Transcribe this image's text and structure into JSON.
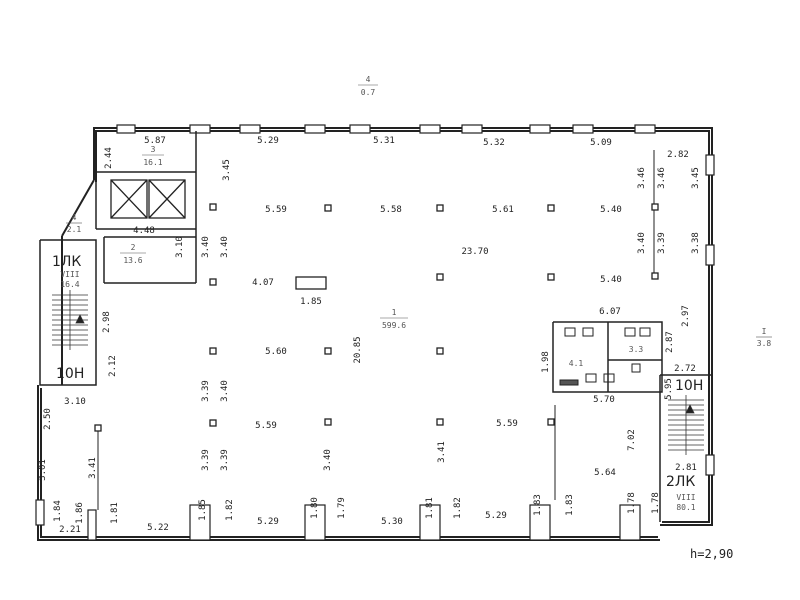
{
  "outside": {
    "top_label": "4",
    "top_sub": "0.7",
    "right_label": "I",
    "right_sub": "3.8"
  },
  "height_note": "h=2,90",
  "stairs": {
    "left_label": "1ЛК",
    "left_room": "VIII",
    "left_area": "16.4",
    "left_unit": "10Н",
    "right_unit": "10Н",
    "right_label": "2ЛК",
    "right_room": "VIII",
    "right_area": "80.1"
  },
  "rooms": {
    "r3_num": "3",
    "r3_area": "16.1",
    "r4_num": "4",
    "r4_area": "2.1",
    "r2_num": "2",
    "r2_area": "13.6",
    "r1_num": "1",
    "r1_area": "599.6",
    "r6_area": "4.1",
    "r7_area": "3.3"
  },
  "dims_h": [
    "5.87",
    "5.29",
    "5.31",
    "5.32",
    "5.09",
    "2.82",
    "5.59",
    "5.58",
    "5.61",
    "5.40",
    "4.48",
    "23.70",
    "4.07",
    "1.85",
    "5.40",
    "6.07",
    "5.60",
    "5.70",
    "2.72",
    "3.10",
    "5.59",
    "5.59",
    "5.64",
    "2.81",
    "5.22",
    "5.29",
    "5.30",
    "5.29",
    "2.21"
  ],
  "dims_v": [
    "2.44",
    "3.45",
    "3.46",
    "3.46",
    "3.45",
    "3.10",
    "3.40",
    "3.40",
    "3.40",
    "3.39",
    "3.38",
    "2.98",
    "2.12",
    "20.85",
    "2.97",
    "2.87",
    "1.98",
    "5.95",
    "3.39",
    "3.40",
    "2.50",
    "3.39",
    "3.39",
    "3.41",
    "3.40",
    "3.41",
    "7.02",
    "3.01",
    "1.84",
    "1.86",
    "1.81",
    "1.85",
    "1.82",
    "1.80",
    "1.79",
    "1.81",
    "1.82",
    "1.83",
    "1.83",
    "1.78",
    "1.78"
  ]
}
